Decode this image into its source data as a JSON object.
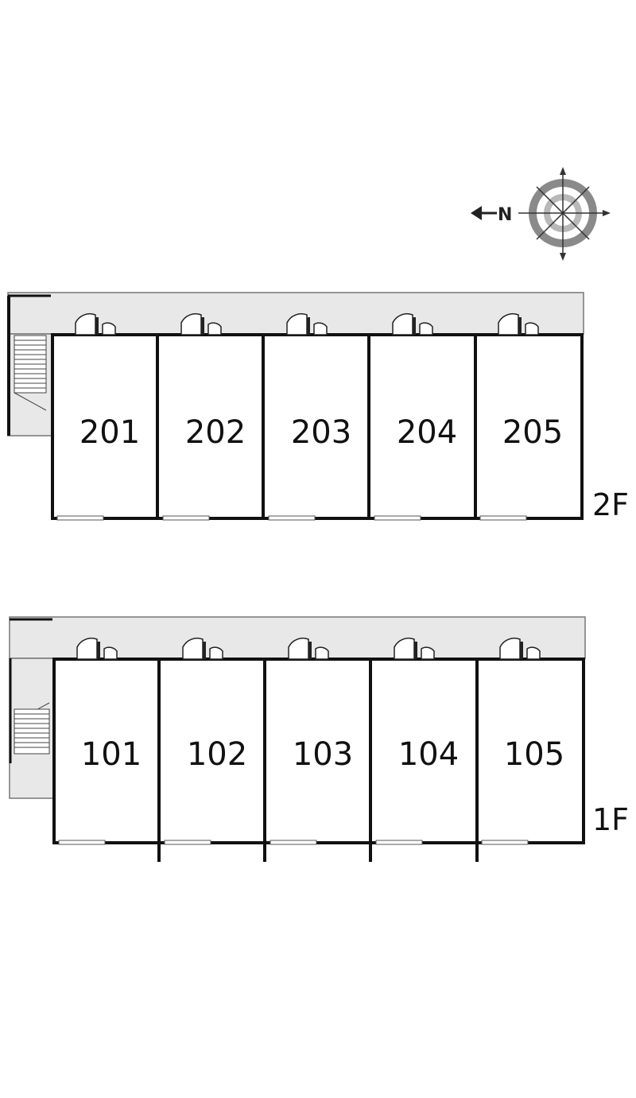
{
  "compass": {
    "north_label": "N",
    "icon": "compass-icon"
  },
  "floors": [
    {
      "floor_label": "2F",
      "units": [
        "201",
        "202",
        "203",
        "204",
        "205"
      ]
    },
    {
      "floor_label": "1F",
      "units": [
        "101",
        "102",
        "103",
        "104",
        "105"
      ]
    }
  ],
  "colors": {
    "corridor": "#e8e8e8",
    "wall": "#111111",
    "compass_ring": "#8a8a8a"
  }
}
